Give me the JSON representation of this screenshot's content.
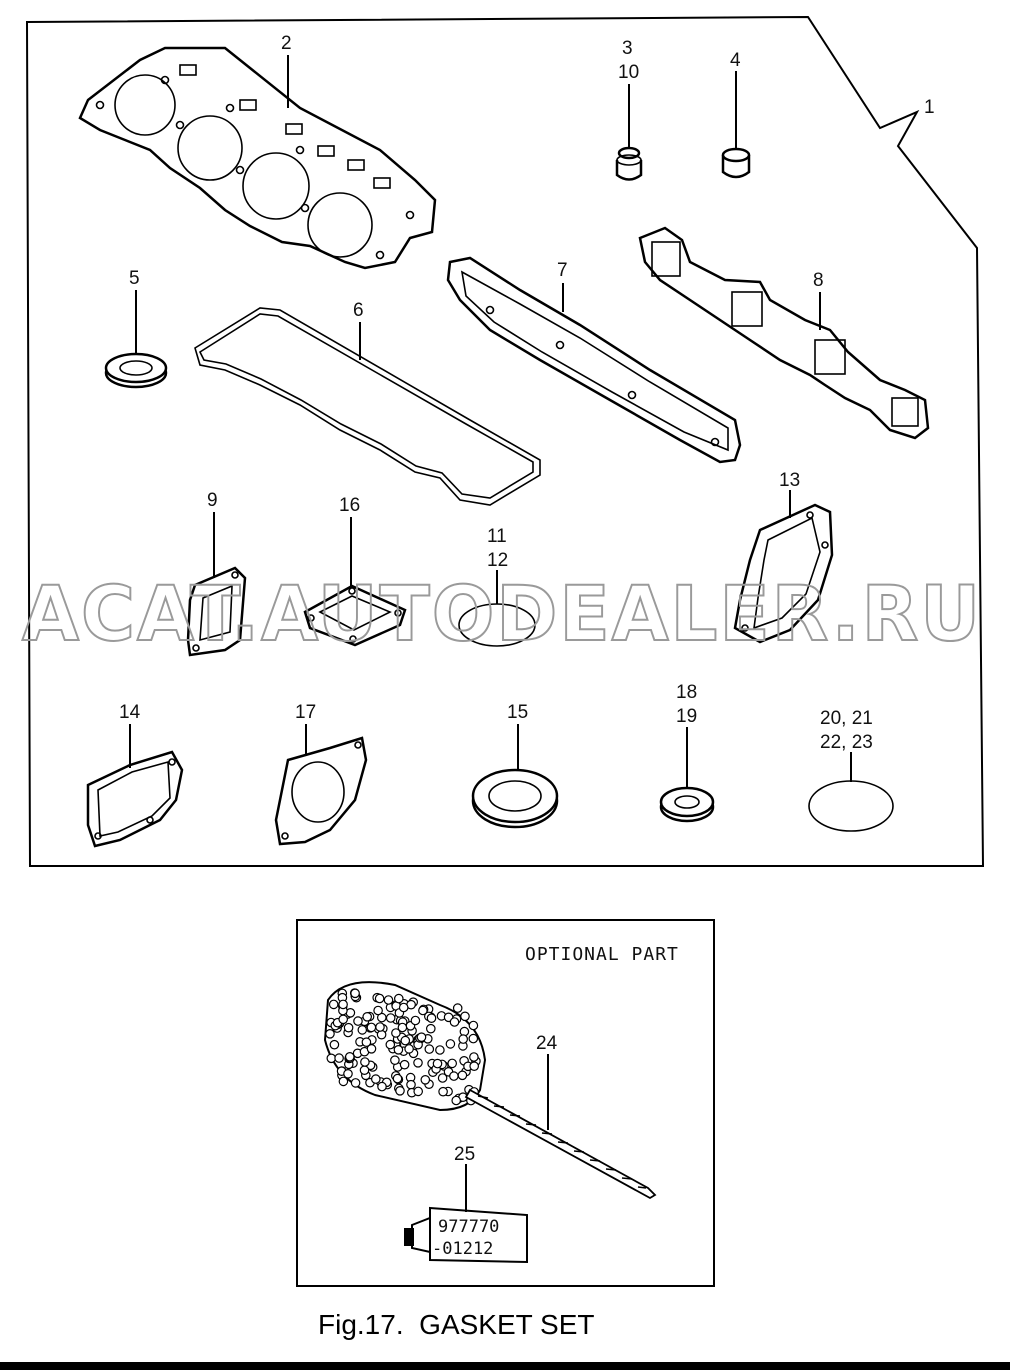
{
  "figure": {
    "caption": "Fig.17.  GASKET SET",
    "optional_label": "OPTIONAL PART",
    "tube_text_line1": "977770",
    "tube_text_line2": "-01212",
    "watermark": "ACAT.AUTODEALER.RU"
  },
  "callouts": {
    "c1": "1",
    "c2": "2",
    "c3": "3",
    "c10": "10",
    "c4": "4",
    "c5": "5",
    "c6": "6",
    "c7": "7",
    "c8": "8",
    "c9": "9",
    "c16": "16",
    "c11": "11",
    "c12": "12",
    "c13": "13",
    "c14": "14",
    "c17": "17",
    "c15": "15",
    "c18": "18",
    "c19": "19",
    "c2021": "20, 21",
    "c2223": "22, 23",
    "c24": "24",
    "c25": "25"
  }
}
